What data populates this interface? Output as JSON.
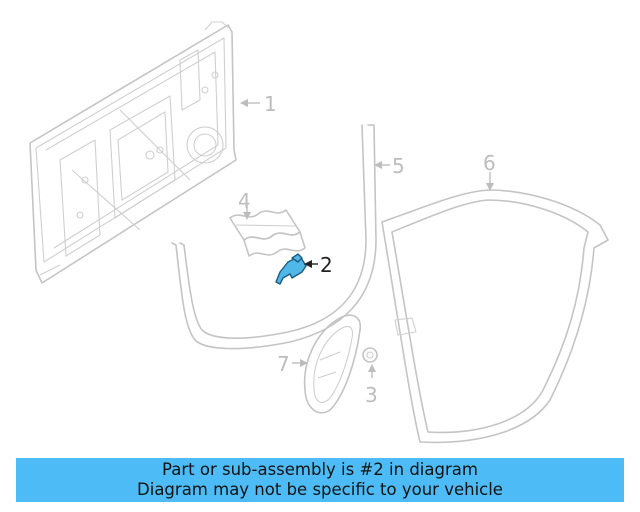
{
  "diagram": {
    "callouts": [
      {
        "number": "1",
        "part": "door-inner-panel",
        "highlighted": false
      },
      {
        "number": "2",
        "part": "bracket",
        "highlighted": true
      },
      {
        "number": "3",
        "part": "clip",
        "highlighted": false
      },
      {
        "number": "4",
        "part": "insulator-pad",
        "highlighted": false
      },
      {
        "number": "5",
        "part": "glass-run-channel",
        "highlighted": false
      },
      {
        "number": "6",
        "part": "door-weatherstrip",
        "highlighted": false
      },
      {
        "number": "7",
        "part": "mirror-patch-cover",
        "highlighted": false
      }
    ],
    "highlight_color": "#4fb8e8",
    "part_line_color": "#c4c4c4"
  },
  "banner": {
    "line1": "Part or sub-assembly is #2 in diagram",
    "line2": "Diagram may not be specific to your vehicle",
    "background_color": "#4dbcf6"
  }
}
